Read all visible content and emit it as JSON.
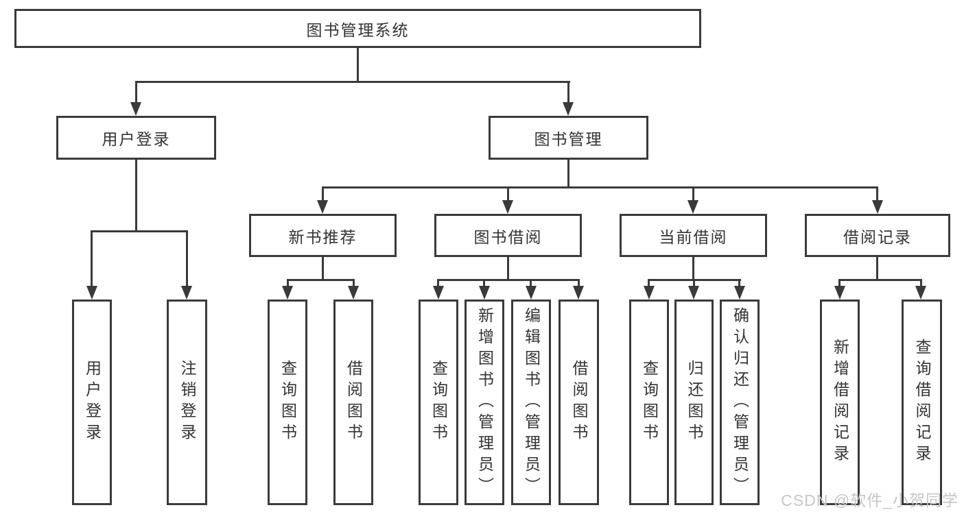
{
  "tree": {
    "root": "图书管理系统",
    "branches": [
      {
        "label": "用户登录",
        "children": [
          "用户登录",
          "注销登录"
        ]
      },
      {
        "label": "图书管理",
        "children": [
          {
            "label": "新书推荐",
            "children": [
              "查询图书",
              "借阅图书"
            ]
          },
          {
            "label": "图书借阅",
            "children": [
              "查询图书",
              "新增图书（管理员）",
              "编辑图书（管理员）",
              "借阅图书"
            ]
          },
          {
            "label": "当前借阅",
            "children": [
              "查询图书",
              "归还图书",
              "确认归还（管理员）"
            ]
          },
          {
            "label": "借阅记录",
            "children": [
              "新增借阅记录",
              "查询借阅记录"
            ]
          }
        ]
      }
    ]
  },
  "watermark": "CSDN @软件_小贺同学",
  "colors": {
    "line": "#3a3a3a",
    "text": "#333333",
    "background": "#ffffff",
    "watermark": "#c6c6c6"
  }
}
